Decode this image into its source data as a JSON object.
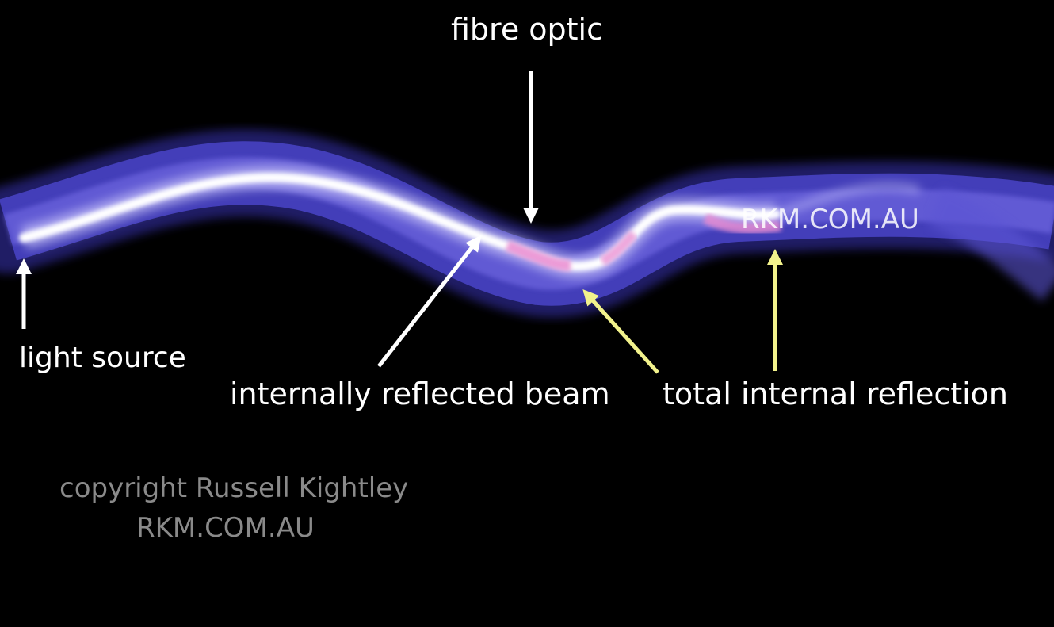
{
  "labels": {
    "fibre_optic": "fibre optic",
    "light_source": "light source",
    "internally_reflected_beam": "internally reflected beam",
    "total_internal_reflection": "total internal reflection"
  },
  "watermark": {
    "on_fibre": "RKM.COM.AU",
    "copyright_line1": "copyright Russell Kightley",
    "copyright_line2": "RKM.COM.AU"
  },
  "colors": {
    "background": "#000000",
    "fibre_outer": "#4a44c8",
    "fibre_inner": "#7a72e8",
    "beam": "#ffffff",
    "beam_pink": "#e98ad0",
    "label_text": "#ffffff",
    "white_arrow": "#ffffff",
    "yellow_arrow": "#f2f28c",
    "copyright_text": "#8a8a8a"
  }
}
